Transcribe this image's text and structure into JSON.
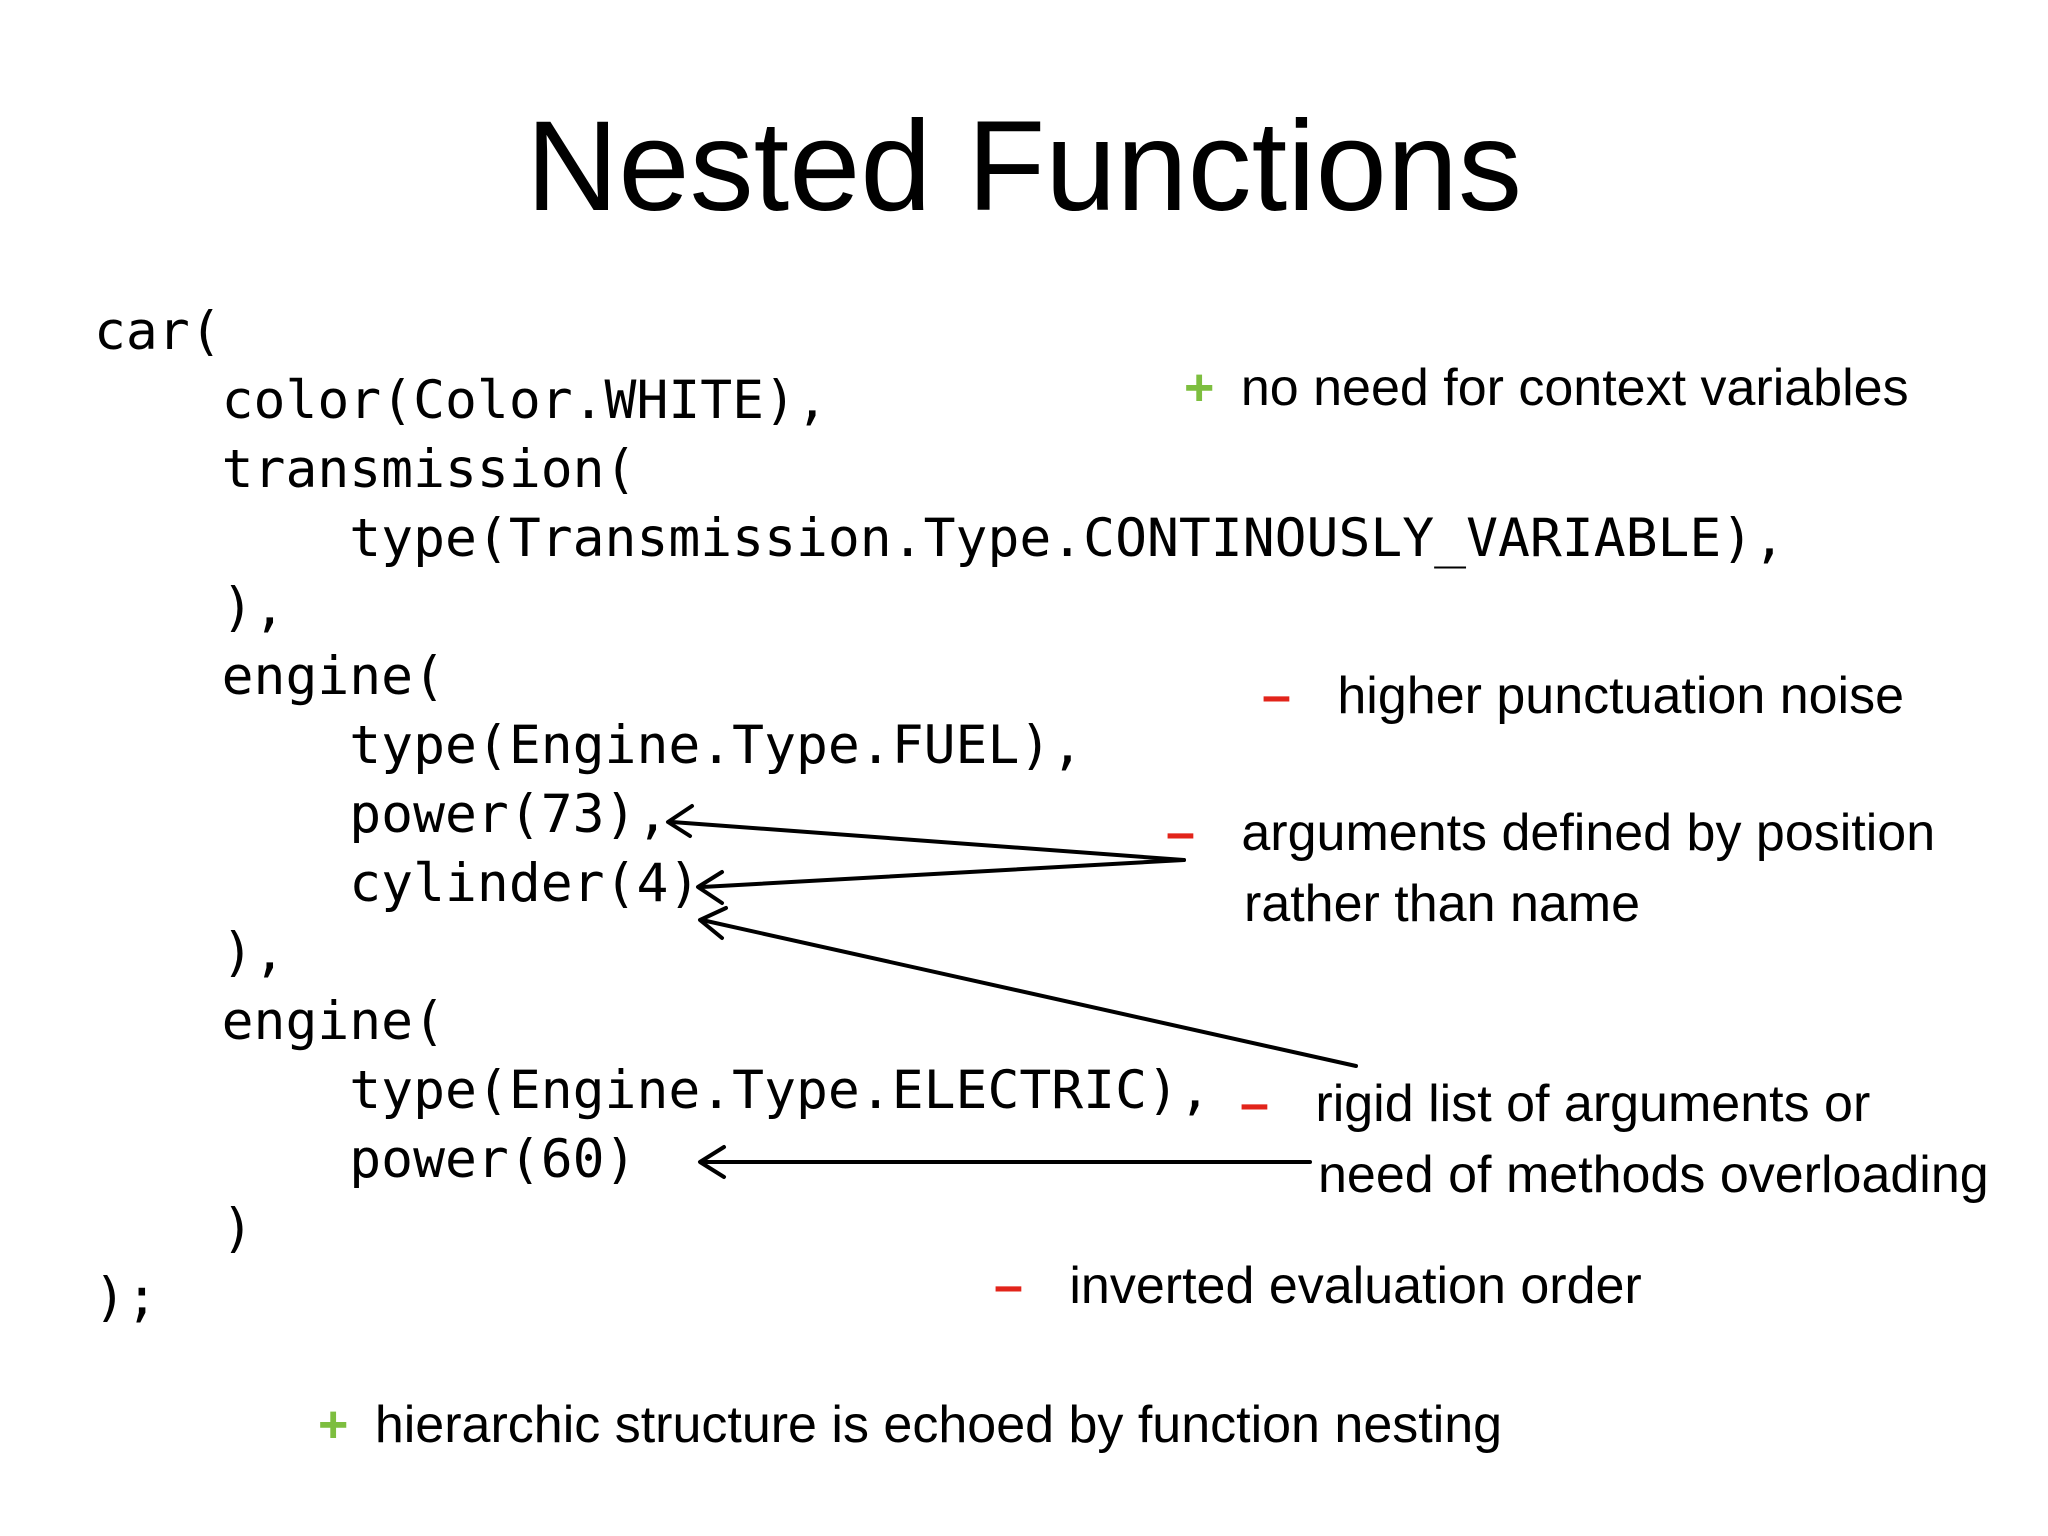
{
  "title": "Nested Functions",
  "code_lines": [
    "car(",
    "    color(Color.WHITE),",
    "    transmission(",
    "        type(Transmission.Type.CONTINOUSLY_VARIABLE),",
    "    ),",
    "    engine(",
    "        type(Engine.Type.FUEL),",
    "        power(73),",
    "        cylinder(4)",
    "    ),",
    "    engine(",
    "        type(Engine.Type.ELECTRIC),",
    "        power(60)",
    "    )",
    ");"
  ],
  "notes": {
    "no_context": {
      "sign": "+",
      "text": "no need for context variables"
    },
    "punctuation": {
      "sign": "–",
      "text": "higher punctuation noise"
    },
    "position": {
      "sign": "–",
      "line1": "arguments defined by position",
      "line2": "rather than name"
    },
    "rigid": {
      "sign": "–",
      "line1": "rigid list of arguments or",
      "line2": "need of methods overloading"
    },
    "inverted": {
      "sign": "–",
      "text": "inverted evaluation order"
    },
    "hierarchic": {
      "sign": "+",
      "text": "hierarchic structure is echoed by function nesting"
    }
  },
  "colors": {
    "plus": "#7dbe3f",
    "minus": "#e2241a",
    "text": "#000000",
    "background": "#ffffff"
  }
}
